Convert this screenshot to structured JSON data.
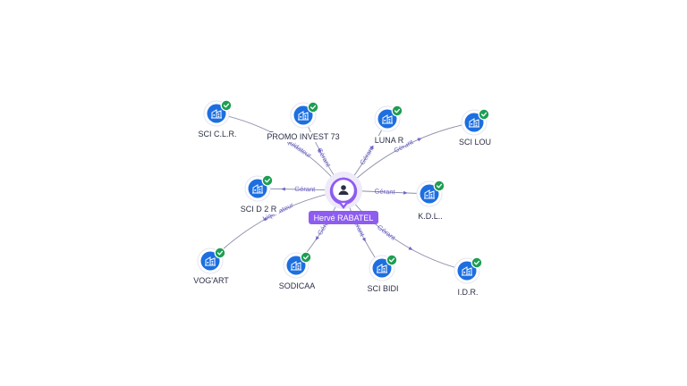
{
  "center": {
    "name": "Hervé RABATEL",
    "icon": "person-icon"
  },
  "colors": {
    "accent": "#8e5cf0",
    "company": "#1d6fe0",
    "verified": "#1e9e52",
    "edge_label": "#6b63c9"
  },
  "companies": [
    {
      "id": "sci-clr",
      "name": "SCI C.L.R.",
      "role": "Liquidateur",
      "verified": true
    },
    {
      "id": "promo-invest-73",
      "name": "PROMO INVEST 73",
      "role": "Gérant",
      "verified": true
    },
    {
      "id": "luna-r",
      "name": "LUNA R",
      "role": "Gérant",
      "verified": true
    },
    {
      "id": "sci-lou",
      "name": "SCI LOU",
      "role": "Gérant",
      "verified": true
    },
    {
      "id": "sci-d2r",
      "name": "SCI D 2 R",
      "role": "Gérant",
      "verified": true
    },
    {
      "id": "kdl",
      "name": "K.D.L..",
      "role": "Gérant",
      "verified": true
    },
    {
      "id": "vogart",
      "name": "VOG'ART",
      "role": "Liquidateur",
      "verified": true
    },
    {
      "id": "sodicaa",
      "name": "SODICAA",
      "role": "Gérant",
      "verified": true
    },
    {
      "id": "sci-bidi",
      "name": "SCI BIDI",
      "role": "Gérant",
      "verified": true
    },
    {
      "id": "idr",
      "name": "I.D.R.",
      "role": "Gérant",
      "verified": true
    }
  ]
}
